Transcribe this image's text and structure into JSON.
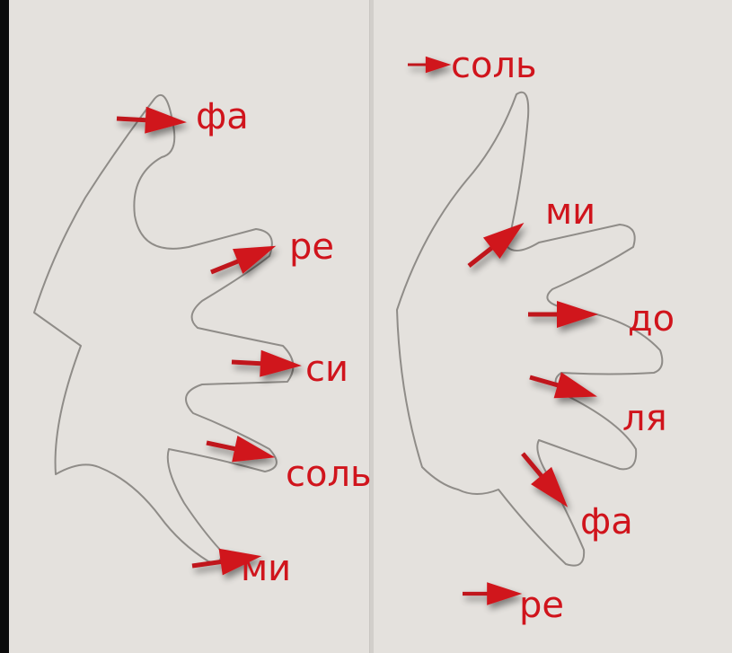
{
  "colors": {
    "background": "#e4e1dd",
    "arrow": "#d0141c",
    "outline": "#8f8c88"
  },
  "left_hand": {
    "notes": [
      "фа",
      "ре",
      "си",
      "соль",
      "ми"
    ]
  },
  "right_hand": {
    "notes": [
      "соль",
      "ми",
      "до",
      "ля",
      "фа",
      "ре"
    ]
  }
}
